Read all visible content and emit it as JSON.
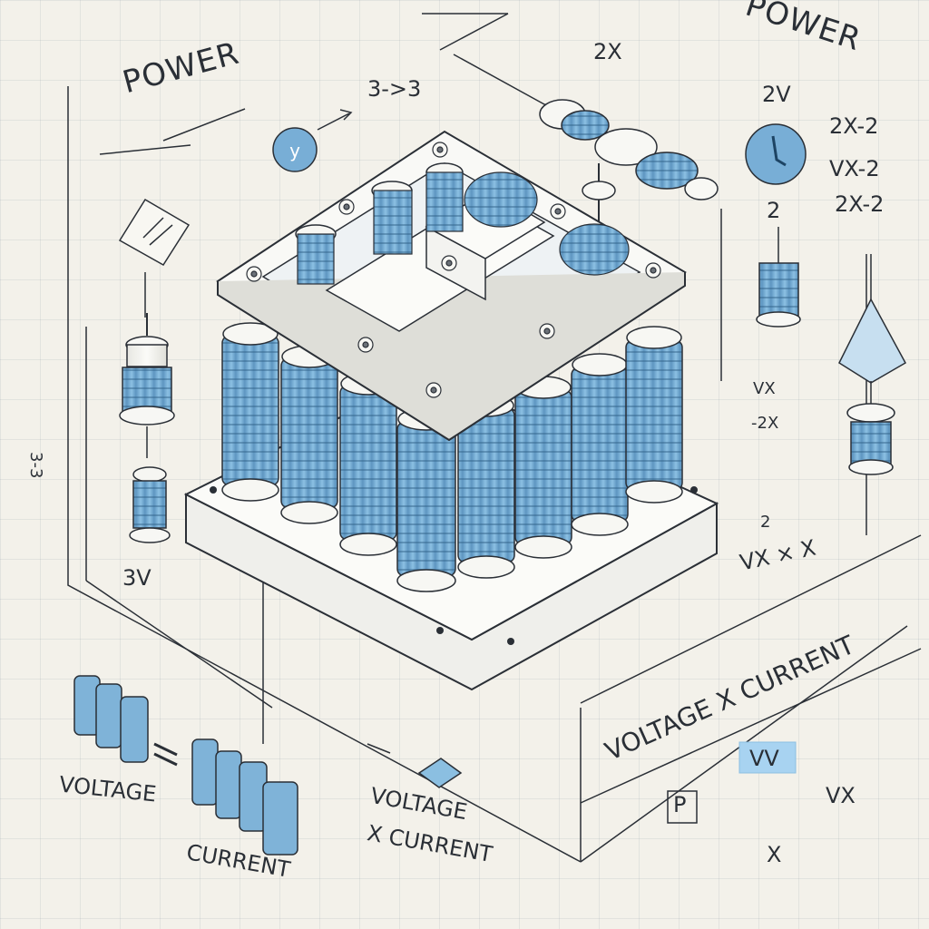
{
  "labels": {
    "power_left": "POWER",
    "power_right": "POWER",
    "left_value_arrow": "3->3",
    "left_value_small": "3V",
    "left_side_vertical": "3-3",
    "top_2x": "2X",
    "right_2v": "2V",
    "right_2x2": "2X-2",
    "right_vx2": "VX-2",
    "right_2x2b": "2X-2",
    "right_2": "2",
    "right_vx": "VX",
    "right_minus2x": "-2X",
    "right_small_2": "2",
    "bottom_left_voltage": "VOLTAGE",
    "bottom_left_current": "CURRENT",
    "bottom_center_voltage": "VOLTAGE",
    "bottom_center_current": "X CURRENT",
    "right_formula_top": "VX × X",
    "right_voltage_x_current": "VOLTAGE X CURRENT",
    "right_vv": "VV",
    "right_p": "P",
    "right_vx_bottom": "VX",
    "right_x": "X"
  },
  "colors": {
    "blue": "#7fb3d8",
    "blue_dark": "#4f87b1",
    "line": "#2a2f36",
    "paper": "#f3f1ea",
    "white": "#fbfbf8"
  },
  "icons": {
    "left_meter": "voltmeter-icon",
    "right_meter": "clock-meter-icon"
  }
}
